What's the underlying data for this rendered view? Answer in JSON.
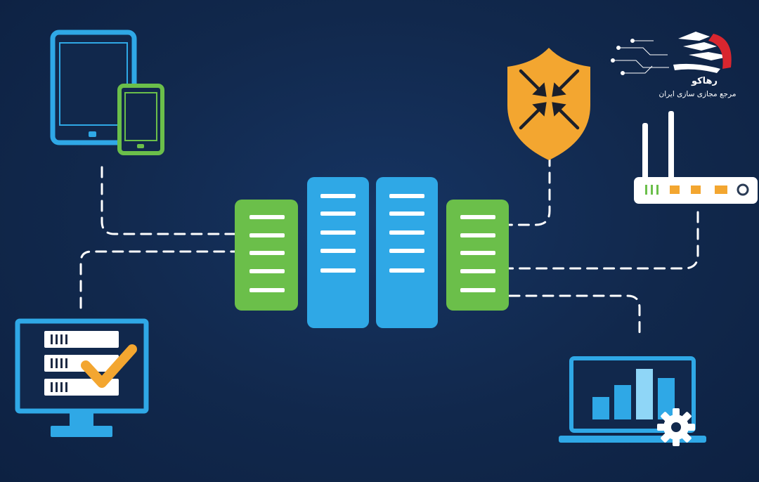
{
  "logo": {
    "name": "رهاکو",
    "tagline": "مرجع مجازی سازی ایران"
  },
  "colors": {
    "background": "#11284c",
    "blue": "#2fa8e6",
    "green": "#6bbf4a",
    "orange": "#f3a630",
    "white": "#ffffff",
    "connector": "#ffffff"
  },
  "nodes": [
    {
      "id": "tablet-and-phone",
      "icon": "tablet-phone-icon"
    },
    {
      "id": "security-shield",
      "icon": "shield-arrows-icon"
    },
    {
      "id": "router",
      "icon": "router-icon"
    },
    {
      "id": "server-monitor",
      "icon": "monitor-servers-check-icon"
    },
    {
      "id": "analytics-laptop",
      "icon": "laptop-bar-chart-gear-icon"
    },
    {
      "id": "central-server-rack",
      "icon": "server-rack-icon"
    }
  ]
}
